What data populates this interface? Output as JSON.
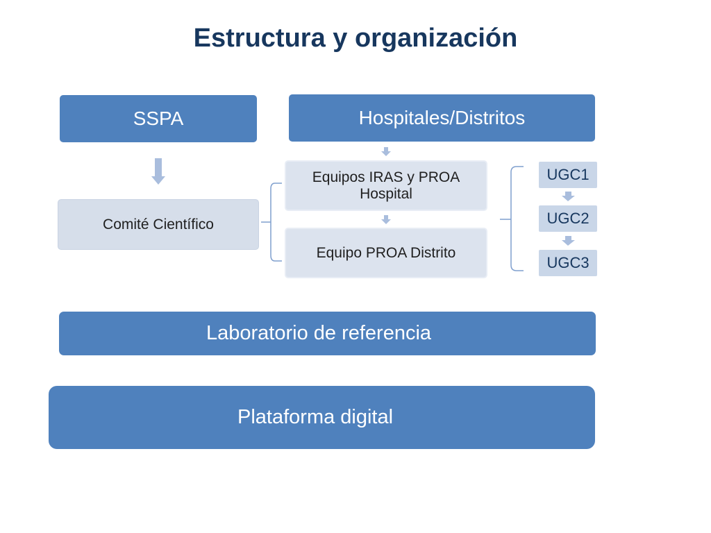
{
  "title": "Estructura y organización",
  "nodes": {
    "sspa": "SSPA",
    "hospitales": "Hospitales/Distritos",
    "comite": "Comité Científico",
    "iras": "Equipos IRAS y PROA Hospital",
    "proa_distrito": "Equipo PROA Distrito",
    "ugc": [
      "UGC1",
      "UGC2",
      "UGC3"
    ],
    "laboratorio": "Laboratorio de referencia",
    "plataforma": "Plataforma digital"
  },
  "colors": {
    "dark_box": "#4f81bd",
    "light_box": "#d6deea",
    "title": "#17375e",
    "connector": "#7f9fce"
  }
}
